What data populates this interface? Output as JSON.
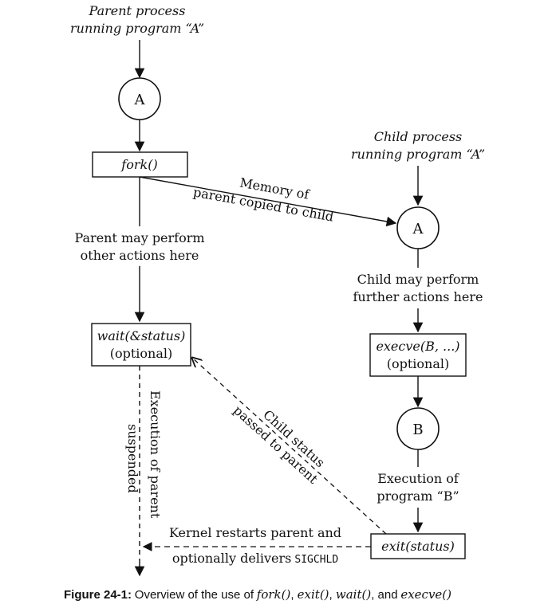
{
  "parent_label": {
    "line1": "Parent process",
    "line2": "running program “A”"
  },
  "child_label": {
    "line1": "Child process",
    "line2": "running program “A”"
  },
  "nodes": {
    "parent_a": "A",
    "child_a": "A",
    "child_b": "B"
  },
  "boxes": {
    "fork": "fork()",
    "wait_line1": "wait(&status)",
    "wait_line2": "(optional)",
    "execve_line1": "execve(B, ...)",
    "execve_line2": "(optional)",
    "exit": "exit(status)"
  },
  "edge_labels": {
    "memory_line1": "Memory of",
    "memory_line2": "parent copied to child",
    "parent_actions_line1": "Parent may perform",
    "parent_actions_line2": "other actions here",
    "child_actions_line1": "Child may perform",
    "child_actions_line2": "further actions here",
    "exec_b_line1": "Execution of",
    "exec_b_line2": "program “B”",
    "suspended_line1": "Execution of parent",
    "suspended_line2": "suspended",
    "child_status_line1": "Child status",
    "child_status_line2": "passed to parent",
    "kernel_line1": "Kernel restarts parent and",
    "kernel_line2_prefix": "optionally delivers",
    "kernel_signal": "SIGCHLD"
  },
  "caption": {
    "label": "Figure 24-1:",
    "text_prefix": "Overview of the use of",
    "fork": "fork()",
    "exit": "exit()",
    "wait": "wait()",
    "and": "and",
    "execve": "execve()"
  }
}
